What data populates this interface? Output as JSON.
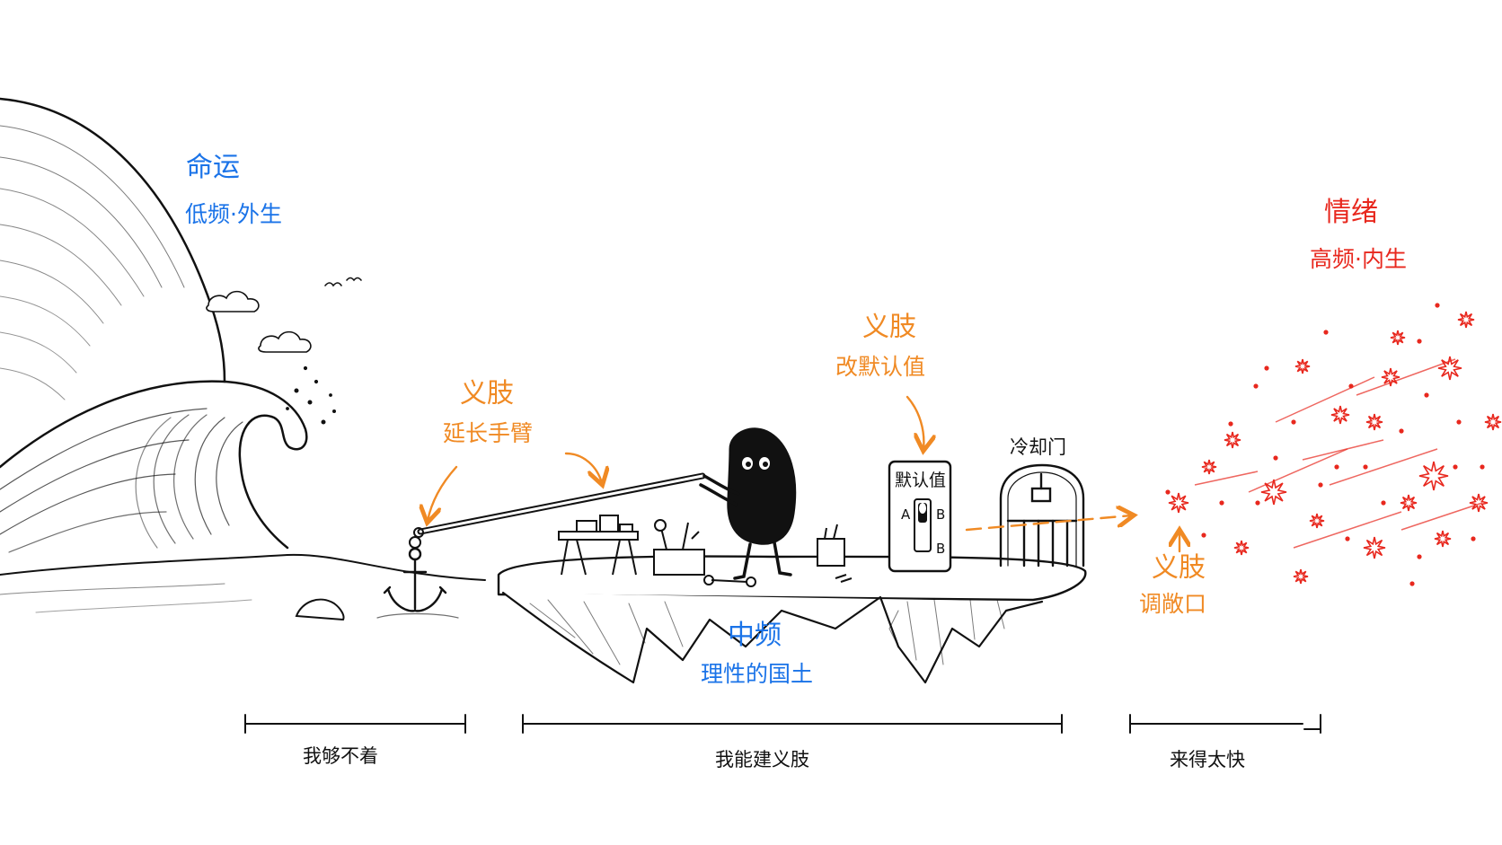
{
  "fate": {
    "title": "命运",
    "subtitle": "低频·外生"
  },
  "emotion": {
    "title": "情绪",
    "subtitle": "高频·内生"
  },
  "mid_freq": {
    "title": "中频",
    "subtitle": "理性的国土"
  },
  "limb_extend": {
    "title": "义肢",
    "subtitle": "延长手臂"
  },
  "limb_default": {
    "title": "义肢",
    "subtitle": "改默认值"
  },
  "limb_vent": {
    "title": "义肢",
    "subtitle": "调敞口"
  },
  "switch_panel": {
    "title": "默认值",
    "option_a": "A",
    "option_b": "B",
    "option_b_low": "B"
  },
  "cooldown_gate": {
    "label": "冷却门"
  },
  "scale": {
    "left": "我够不着",
    "middle": "我能建义肢",
    "right": "来得太快"
  },
  "colors": {
    "fate": "#1a73e8",
    "limb": "#f08a24",
    "emotion": "#e8281e",
    "ink": "#111111"
  }
}
